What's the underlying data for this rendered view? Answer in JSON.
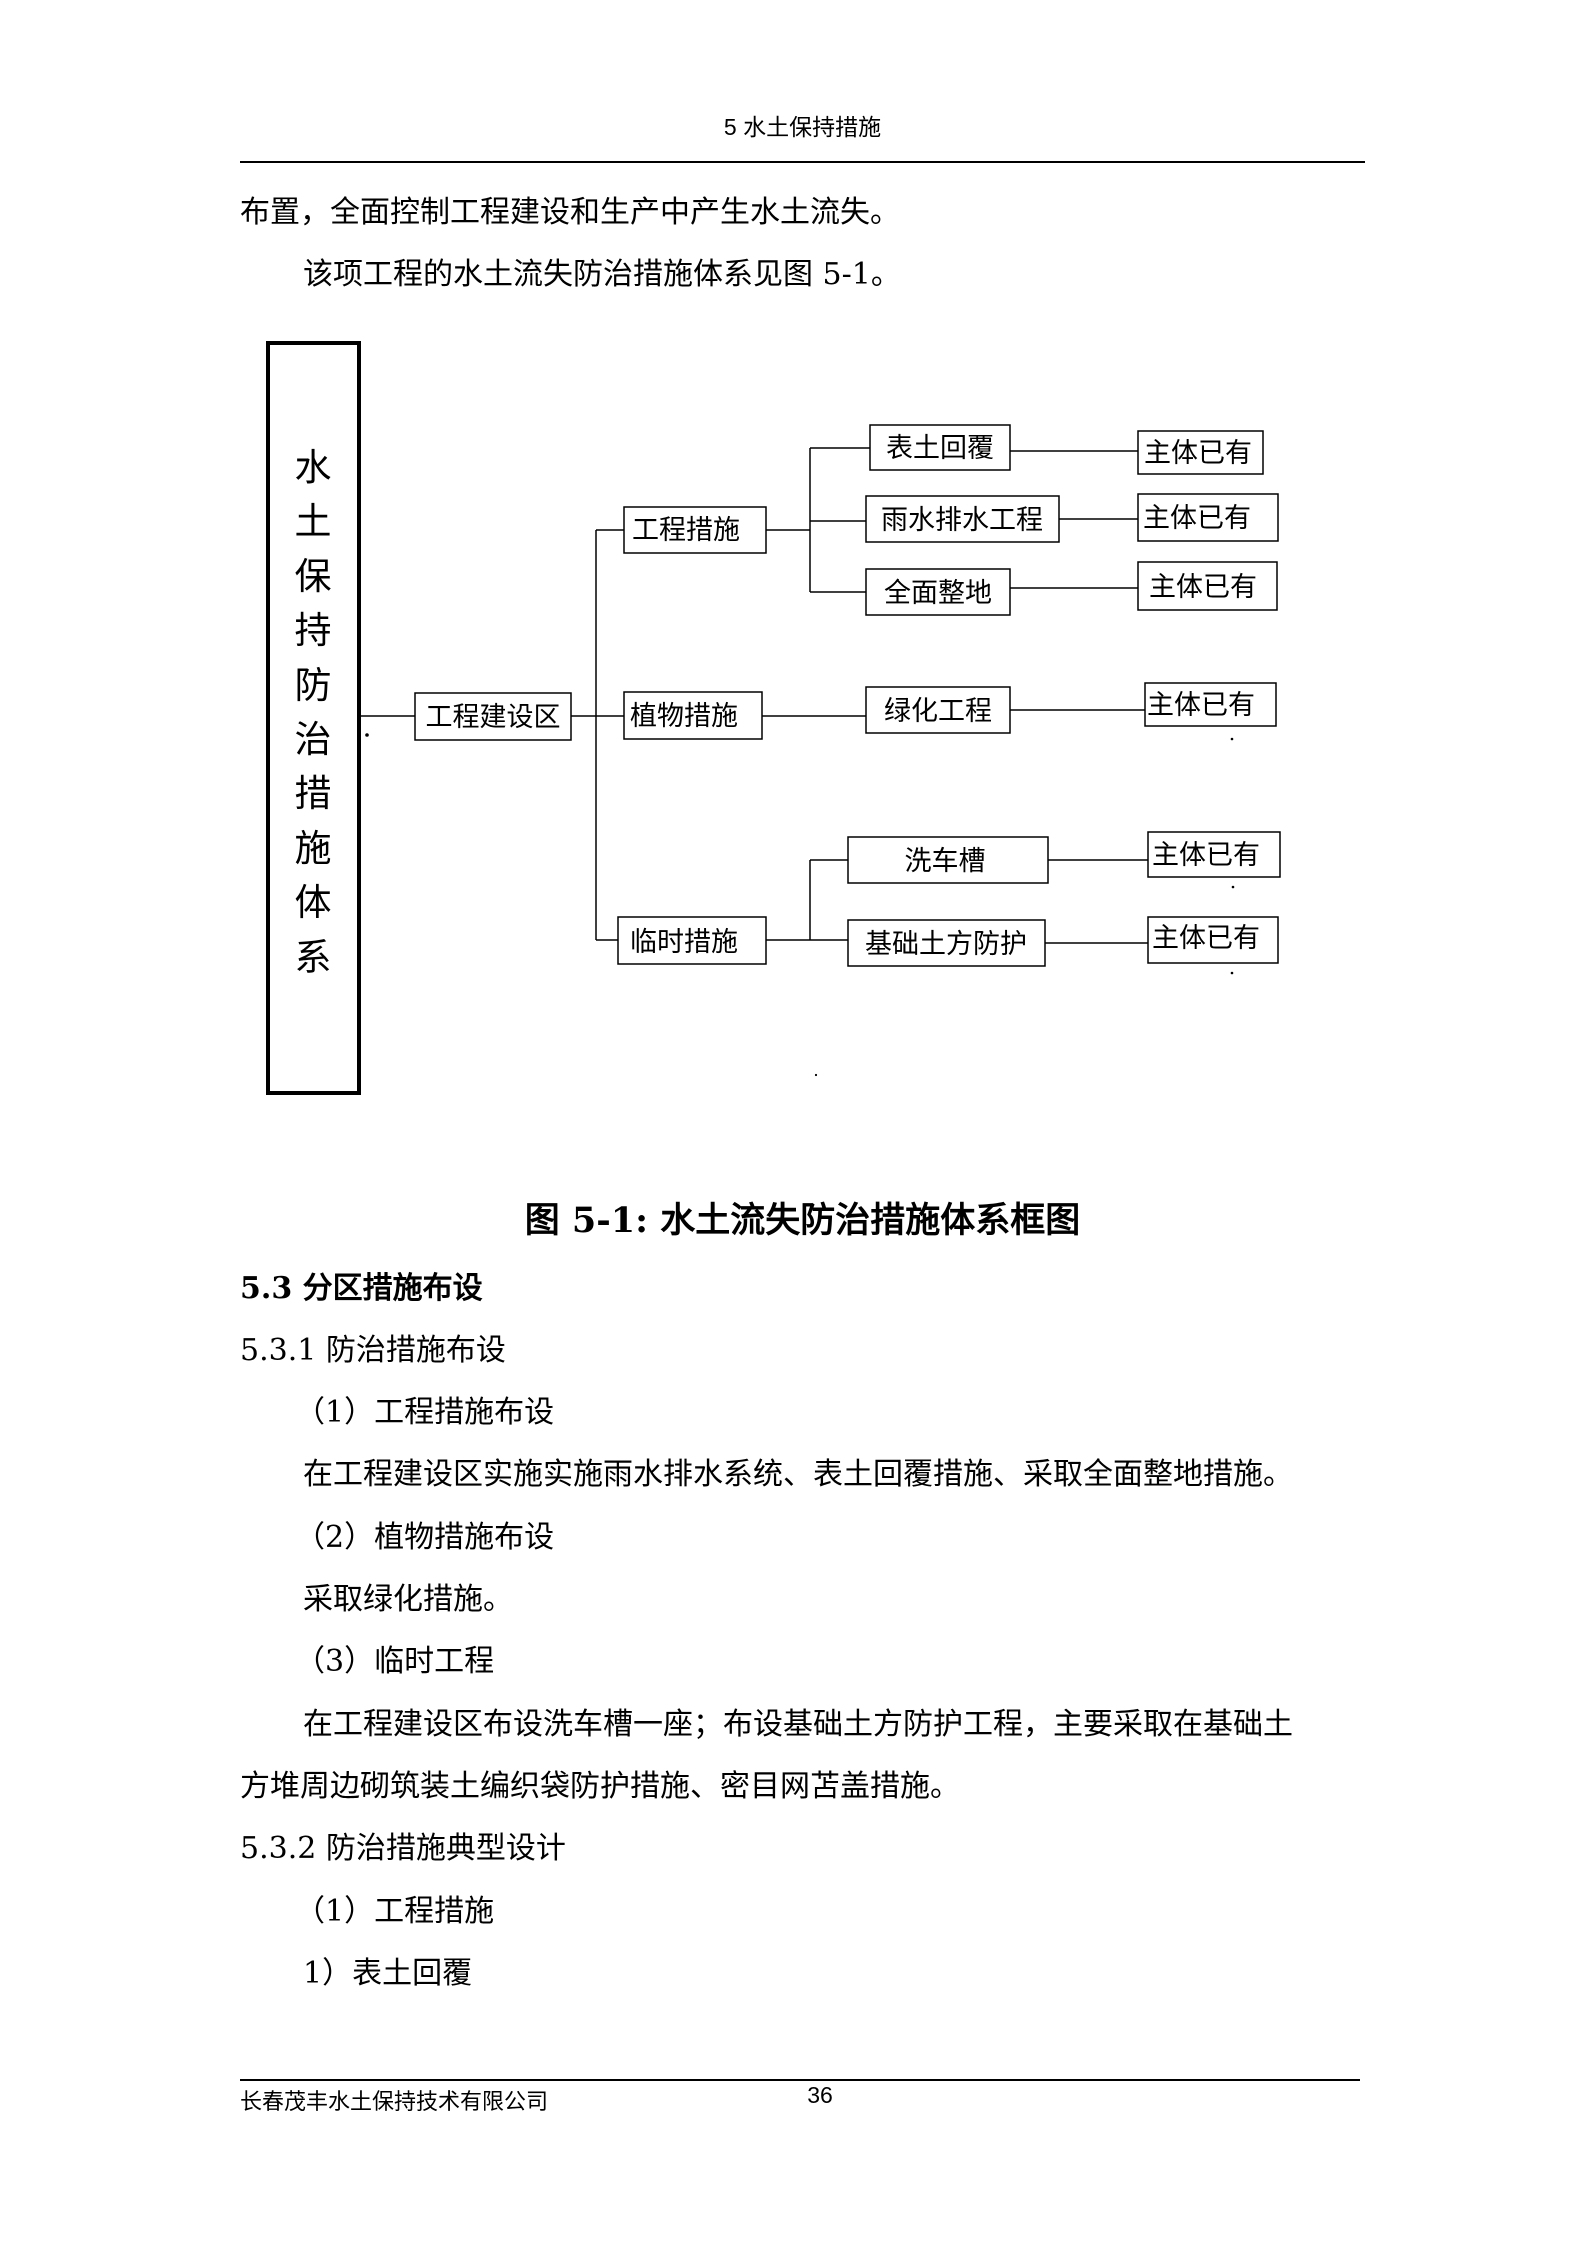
{
  "header": {
    "title": "5 水土保持措施"
  },
  "paragraphs": {
    "p1": "布置，全面控制工程建设和生产中产生水土流失。",
    "p2": "该项工程的水土流失防治措施体系见图 5-1。"
  },
  "figure": {
    "root": [
      "水",
      "土",
      "保",
      "持",
      "防",
      "治",
      "措",
      "施",
      "体",
      "系"
    ],
    "zone": "工程建设区",
    "categories": {
      "engineering": "工程措施",
      "vegetation": "植物措施",
      "temporary": "临时措施"
    },
    "measures": {
      "topsoil": "表土回覆",
      "drainage": "雨水排水工程",
      "grading": "全面整地",
      "greening": "绿化工程",
      "washing": "洗车槽",
      "protection": "基础土方防护"
    },
    "status": "主体已有",
    "caption": "图 5-1:  水土流失防治措施体系框图"
  },
  "section": {
    "heading": "5.3  分区措施布设",
    "sub1": "5.3.1 防治措施布设",
    "item1": "（1）工程措施布设",
    "item1_text": "在工程建设区实施实施雨水排水系统、表土回覆措施、采取全面整地措施。",
    "item2": "（2）植物措施布设",
    "item2_text": "采取绿化措施。",
    "item3": "（3）临时工程",
    "item3_text_line1": "在工程建设区布设洗车槽一座；布设基础土方防护工程，主要采取在基础土",
    "item3_text_line2": "方堆周边砌筑装土编织袋防护措施、密目网苫盖措施。",
    "sub2": "5.3.2 防治措施典型设计",
    "item4": "（1）工程措施",
    "item5": "1）表土回覆"
  },
  "footer": {
    "company": "长春茂丰水土保持技术有限公司",
    "page": "36"
  }
}
